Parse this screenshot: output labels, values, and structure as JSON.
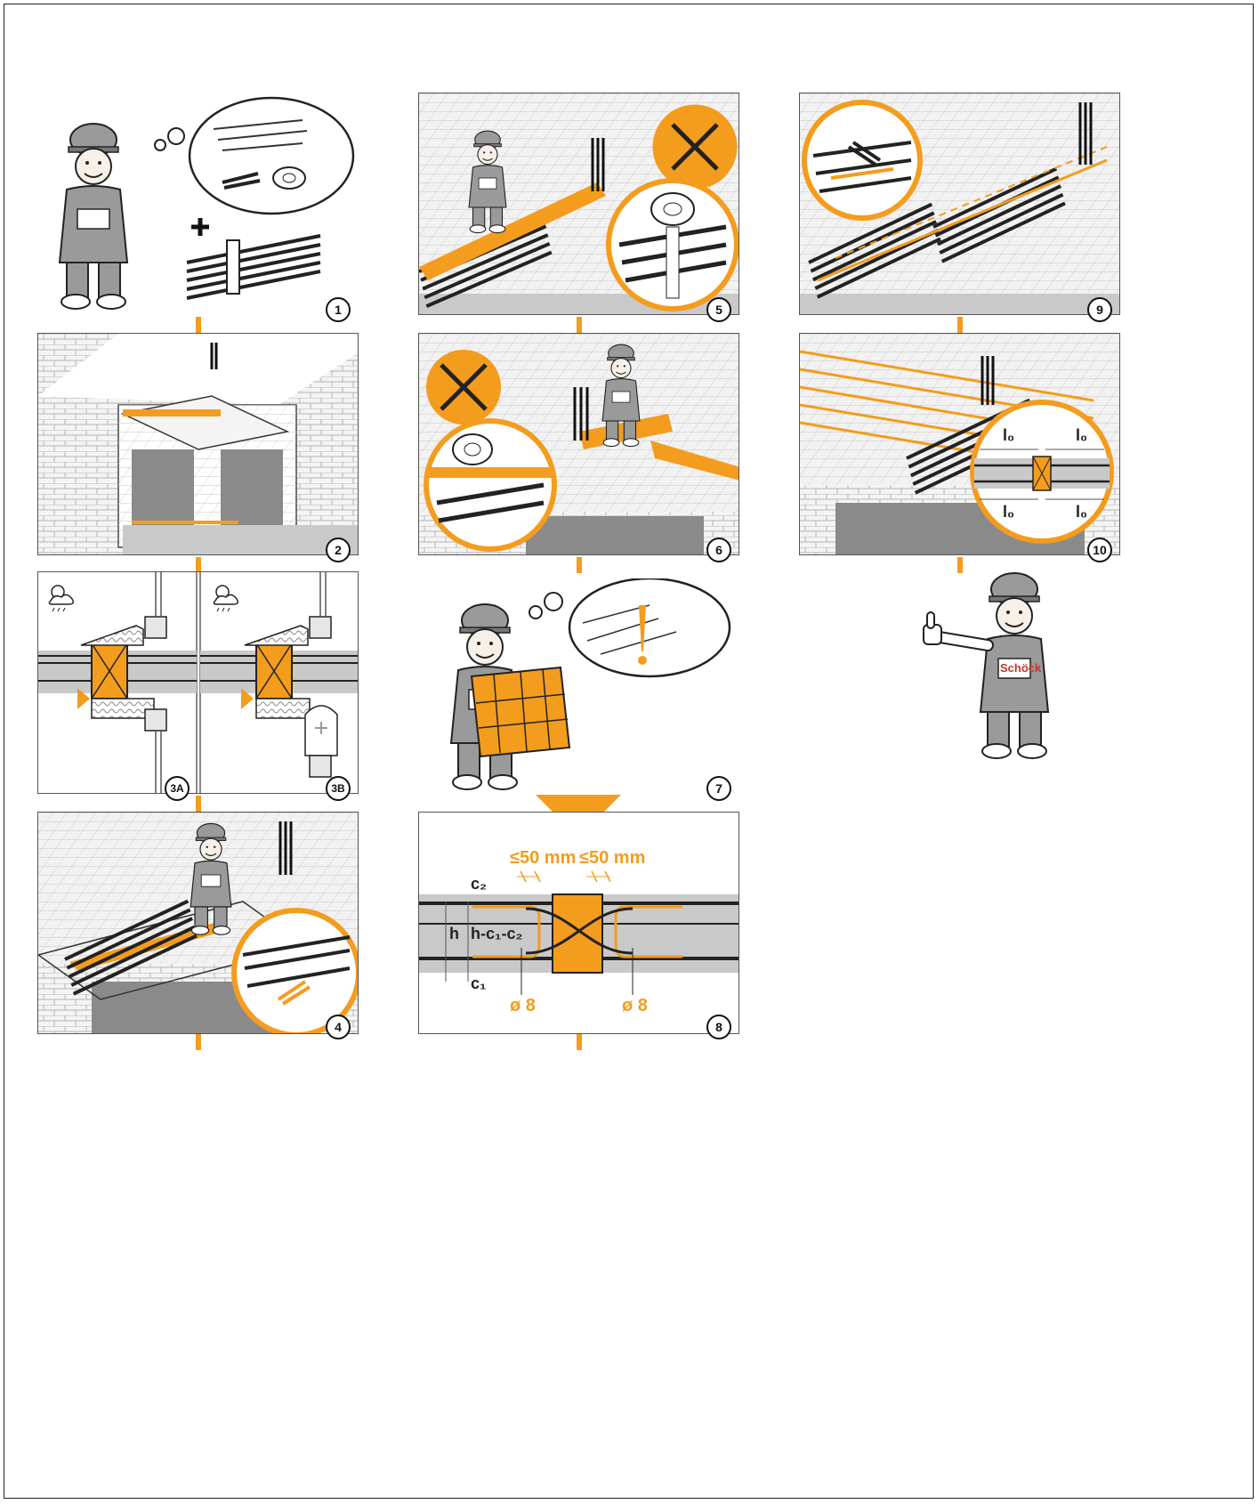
{
  "colors": {
    "accent": "#f39c1e",
    "line": "#222222",
    "grey": "#bdbdbd",
    "grid": "#d0d0d0"
  },
  "logo": "Schöck",
  "steps": {
    "s1": "1",
    "s2": "2",
    "s3a": "3A",
    "s3b": "3B",
    "s4": "4",
    "s5": "5",
    "s6": "6",
    "s7": "7",
    "s8": "8",
    "s9": "9",
    "s10": "10"
  },
  "step8": {
    "gap_left": "≤50 mm",
    "gap_right": "≤50 mm",
    "c2": "c₂",
    "h": "h",
    "inner": "h-c₁-c₂",
    "c1": "c₁",
    "dia_left": "ø 8",
    "dia_right": "ø 8"
  },
  "step10": {
    "l0_tl": "l₀",
    "l0_tr": "l₀",
    "l0_bl": "l₀",
    "l0_br": "l₀"
  },
  "icons": [
    "plus-icon",
    "weather-icon",
    "tape-icon",
    "pliers-icon",
    "warning-icon",
    "thumbs-up-icon"
  ]
}
